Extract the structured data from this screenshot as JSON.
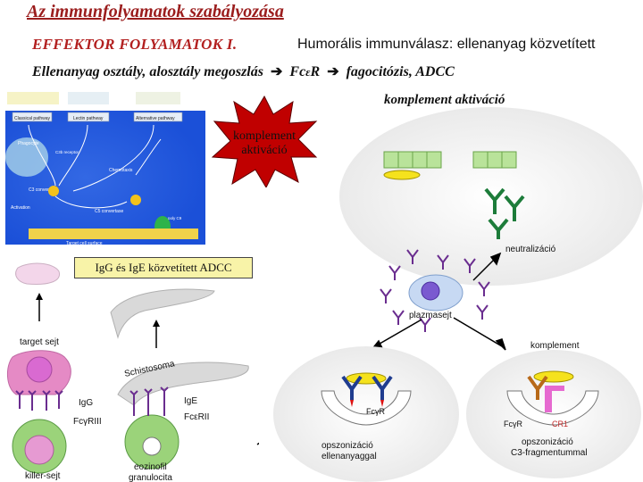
{
  "title": "Az immunfolyamatok szabályozása",
  "subtitle": "EFFEKTOR FOLYAMATOK  I.",
  "humoral": "Humorális immunválasz: ellenanyag közvetített",
  "line3": {
    "part1": "Ellenanyag osztály, alosztály megoszlás",
    "part2": "Fc",
    "part2b": "R",
    "part3": "fagocitózis,  ADCC"
  },
  "komplement_label": "komplement aktiváció",
  "starburst": {
    "line1": "komplement",
    "line2": "aktiváció"
  },
  "complement_panel": {
    "classical": "Classical pathway",
    "lectin": "Lectin pathway",
    "alternative": "Alternative pathway",
    "phagocyte": "Phagocyte",
    "c3b_receptor": "C3b receptor",
    "chemotaxis": "Chemotaxis",
    "c3_convertase": "C3 convertase",
    "c5_convertase": "C5 convertase",
    "poly_c9": "poly C9",
    "activation": "Activation",
    "target": "Target cell surface"
  },
  "adcc": {
    "box": "IgG és IgE közvetített ADCC",
    "target_cell": "target sejt",
    "igg": "IgG",
    "fcgriii": "FcγRIII",
    "killer": "killer-sejt",
    "schistosoma": "Schistosoma",
    "ige": "IgE",
    "fceri": "FcεRII",
    "eozinofil1": "eozinofil",
    "eozinofil2": "granulocita"
  },
  "right": {
    "neutralizacio": "neutralizáció",
    "plazmasejt": "plazmasejt",
    "komplement": "komplement",
    "fcgr1": "FcγR",
    "fcgr2": "FcγR",
    "cr1": "CR1",
    "opsonizacio1a": "opszonizáció",
    "opsonizacio1b": "ellenanyaggal",
    "opsonizacio2a": "opszonizáció",
    "opsonizacio2b": "C3-fragmentummal"
  },
  "colors": {
    "title": "#9b1d1d",
    "subtitle": "#b21f1f",
    "starburst": "#c00000",
    "panel_blue": "#1b50d8",
    "antibody": "#6a2d8f",
    "cell_green": "#9bd37a"
  }
}
